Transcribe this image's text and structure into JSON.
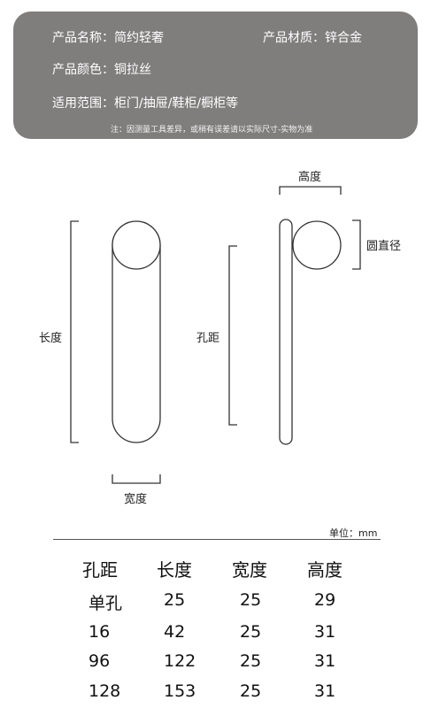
{
  "info": {
    "name_label": "产品名称：",
    "name_value": "简约轻奢",
    "material_label": "产品材质：",
    "material_value": "锌合金",
    "color_label": "产品颜色：",
    "color_value": "铜拉丝",
    "scope_label": "适用范围：",
    "scope_value": "柜门/抽屉/鞋柜/橱柜等",
    "note": "注：因测量工具差异，或稍有误差请以实际尺寸-实物为准"
  },
  "diagram": {
    "length_label": "长度",
    "width_label": "宽度",
    "hole_distance_label": "孔距",
    "height_label": "高度",
    "round_diameter_label": "圆直径"
  },
  "table": {
    "unit": "单位：mm",
    "headers": [
      "孔距",
      "长度",
      "宽度",
      "高度"
    ],
    "rows": [
      [
        "单孔",
        "25",
        "25",
        "29"
      ],
      [
        "16",
        "42",
        "25",
        "31"
      ],
      [
        "96",
        "122",
        "25",
        "31"
      ],
      [
        "128",
        "153",
        "25",
        "31"
      ]
    ]
  },
  "colors": {
    "info_background": "#807d7d",
    "info_text": "#ffffff",
    "line": "#333333"
  }
}
